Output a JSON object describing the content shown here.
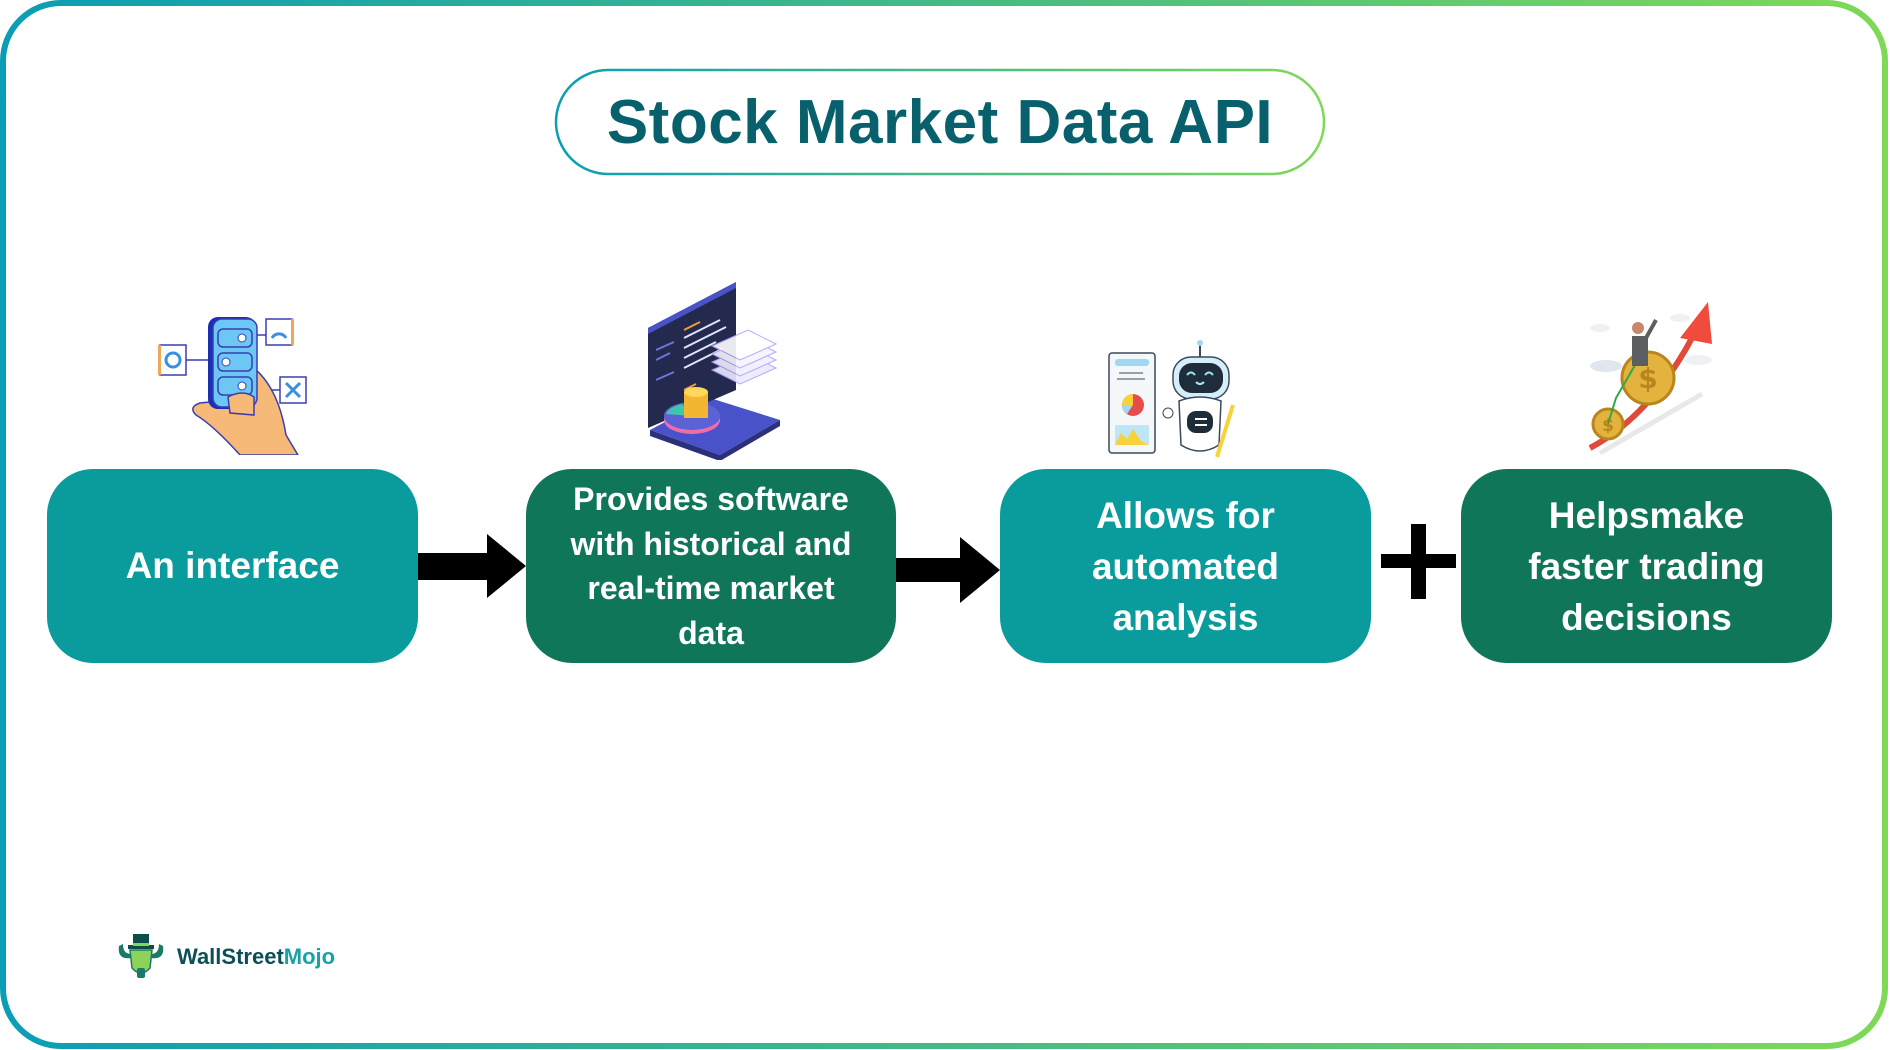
{
  "title": "Stock Market Data API",
  "colors": {
    "title_text": "#07606b",
    "border_gradient_start": "#0a9db5",
    "border_gradient_end": "#7ed957",
    "teal_box": "#0a9c9c",
    "green_box": "#10765a",
    "connector": "#000000"
  },
  "steps": [
    {
      "label": "An interface",
      "lines": [
        "An interface"
      ],
      "style": "teal",
      "illustration": "hand-holding-phone-icon"
    },
    {
      "label": "Provides software with historical and real-time market data",
      "lines": [
        "Provides software",
        "with historical and",
        "real-time market",
        "data"
      ],
      "style": "green",
      "illustration": "code-screen-data-stack-icon"
    },
    {
      "label": "Allows for automated analysis",
      "lines": [
        "Allows for",
        "automated",
        "analysis"
      ],
      "style": "teal",
      "illustration": "robot-with-report-icon"
    },
    {
      "label": "Helpsmake faster trading decisions",
      "lines": [
        "Helpsmake",
        "faster trading",
        "decisions"
      ],
      "style": "green",
      "illustration": "coin-bike-rising-arrow-icon"
    }
  ],
  "connectors": [
    "arrow-right",
    "arrow-right",
    "plus"
  ],
  "logo": {
    "part1": "WallStreet",
    "part2": "Mojo"
  }
}
